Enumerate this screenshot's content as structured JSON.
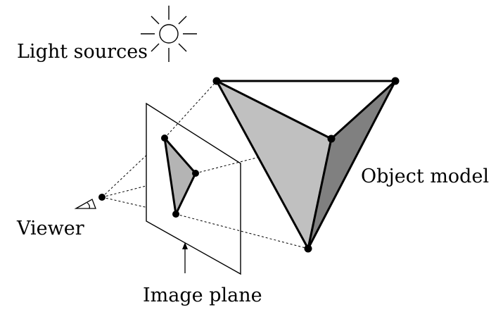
{
  "labels": {
    "light_sources": "Light sources",
    "object_model": "Object model",
    "viewer": "Viewer",
    "image_plane": "Image plane"
  },
  "colors": {
    "stroke": "#000000",
    "object_front_face": "#c0c0c0",
    "object_right_face": "#808080",
    "image_triangle": "#b4b4b4",
    "image_plane_fill": "#ffffff",
    "background": "#ffffff"
  },
  "icons": {
    "light": "sun-icon",
    "viewer": "eye-icon"
  }
}
